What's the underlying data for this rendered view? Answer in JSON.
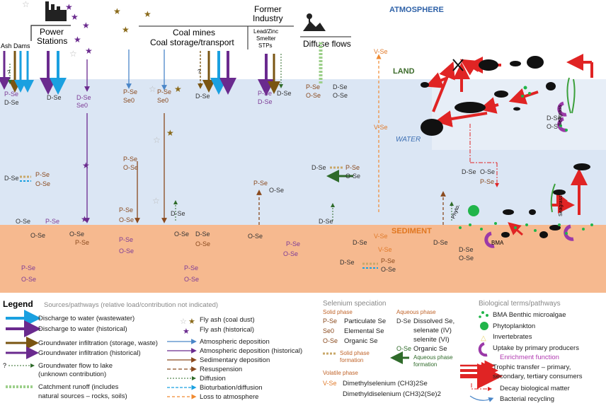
{
  "colors": {
    "atmosphere_bg": "#ffffff",
    "water_bg": "#dbe6f4",
    "sediment_bg": "#f6b98f",
    "land_label": "#3c6b2a",
    "water_label": "#3d6fb3",
    "atmosphere_label": "#2f62a8",
    "sediment_label": "#e0761f",
    "particulate": "#7d3b96",
    "organic": "#333333",
    "volatile": "#e07a2a",
    "trophic_red": "#e02424"
  },
  "zones": {
    "atmosphere": "ATMOSPHERE",
    "land": "LAND",
    "water": "WATER",
    "sediment": "SEDIMENT"
  },
  "sources": {
    "ash_dams": "Ash Dams",
    "power_stations_1": "Power",
    "power_stations_2": "Stations",
    "coal_1": "Coal mines",
    "coal_2": "Coal storage/transport",
    "former_1": "Former",
    "former_2": "Industry",
    "former_3": "Lead/Zinc",
    "former_4": "Smelter",
    "former_5": "STPs",
    "diffuse": "Diffuse flows"
  },
  "species": {
    "pse": "P-Se",
    "dse": "D-Se",
    "ose": "O-Se",
    "vse": "V-Se",
    "se0": "Se0",
    "phyto": "Phyto.",
    "bma": "BMA",
    "seagrass": "Seagrass"
  },
  "legend": {
    "title": "Legend",
    "subtitle": "Sources/pathways (relative load/contribution not indicated)",
    "col1": [
      "Discharge to water (wastewater)",
      "Discharge to water (historical)",
      "Groundwater infiltration (storage, waste)",
      "Groundwater infiltration (historical)",
      "Groundwater flow to lake",
      "(unknown contribution)",
      "Catchment runoff (includes",
      "natural sources – rocks, soils)"
    ],
    "col2": [
      "Fly ash (coal dust)",
      "Fly ash (historical)",
      "Atmospheric deposition",
      "Atmospheric deposition (historical)",
      "Sedimentary deposition",
      "Resuspension",
      "Diffusion",
      "Bioturbation/diffusion",
      "Loss to atmosphere"
    ],
    "spec_title": "Selenium speciation",
    "solid_title": "Solid phase",
    "solid": [
      {
        "code": "P-Se",
        "desc": "Particulate Se"
      },
      {
        "code": "Se0",
        "desc": "Elemental Se"
      },
      {
        "code": "O-Se",
        "desc": "Organic Se"
      }
    ],
    "solid_formation_1": "Solid phase",
    "solid_formation_2": "formation",
    "aq_title": "Aqueous phase",
    "aq_dse": "D-Se",
    "aq_dse_desc_1": "Dissolved Se,",
    "aq_dse_desc_2": "selenate (IV)",
    "aq_dse_desc_3": "selenite (VI)",
    "aq_ose": "O-Se",
    "aq_ose_desc": "Organic Se",
    "aq_formation_1": "Aqueous phase",
    "aq_formation_2": "formation",
    "vol_title": "Volatile phase",
    "vol_code": "V-Se",
    "vol_desc_1": "Dimethylselenium (CH3)2Se",
    "vol_desc_2": "Dimethyldiselenium (CH3)2(Se)2",
    "bio_title": "Biological terms/pathways",
    "bio": [
      "BMA Benthic microalgae",
      "Phytoplankton",
      "Invertebrates",
      "Uptake by primary producers",
      "Enrichment function",
      "Trophic transfer – primary,",
      "secondary, tertiary consumers",
      "Decay biological matter",
      "Bacterial recycling"
    ]
  }
}
